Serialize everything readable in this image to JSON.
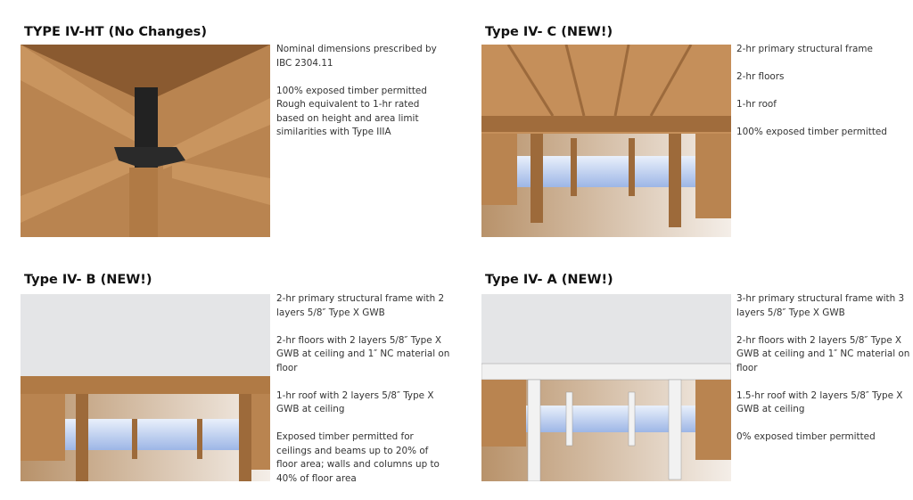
{
  "panels": [
    {
      "title": "TYPE IV-HT (No Changes)",
      "paragraphs": [
        "Nominal dimensions prescribed by IBC 2304.11",
        "100% exposed timber permitted Rough equivalent to 1-hr rated based on height and area limit similarities with Type IIIA"
      ]
    },
    {
      "title": "Type IV- C (NEW!)",
      "paragraphs": [
        "2-hr primary structural frame",
        "2-hr floors",
        "1-hr roof",
        "100% exposed timber permitted"
      ]
    },
    {
      "title": "Type IV- B (NEW!)",
      "paragraphs": [
        "2-hr primary structural frame with 2 layers 5/8″ Type X GWB",
        "2-hr floors with 2 layers 5/8″ Type X GWB at ceiling and 1″ NC material on floor",
        "1-hr roof with 2 layers 5/8″ Type X GWB at ceiling",
        "Exposed timber permitted for ceilings and beams up to 20% of floor area; walls and columns up to 40% of floor area"
      ]
    },
    {
      "title": "Type IV- A (NEW!)",
      "paragraphs": [
        "3-hr primary structural frame with 3 layers 5/8″ Type X GWB",
        "2-hr floors with 2 layers 5/8″ Type X GWB at ceiling and 1″ NC material on floor",
        "1.5-hr roof with 2 layers 5/8″ Type X GWB at ceiling",
        "0% exposed timber permitted"
      ]
    }
  ]
}
